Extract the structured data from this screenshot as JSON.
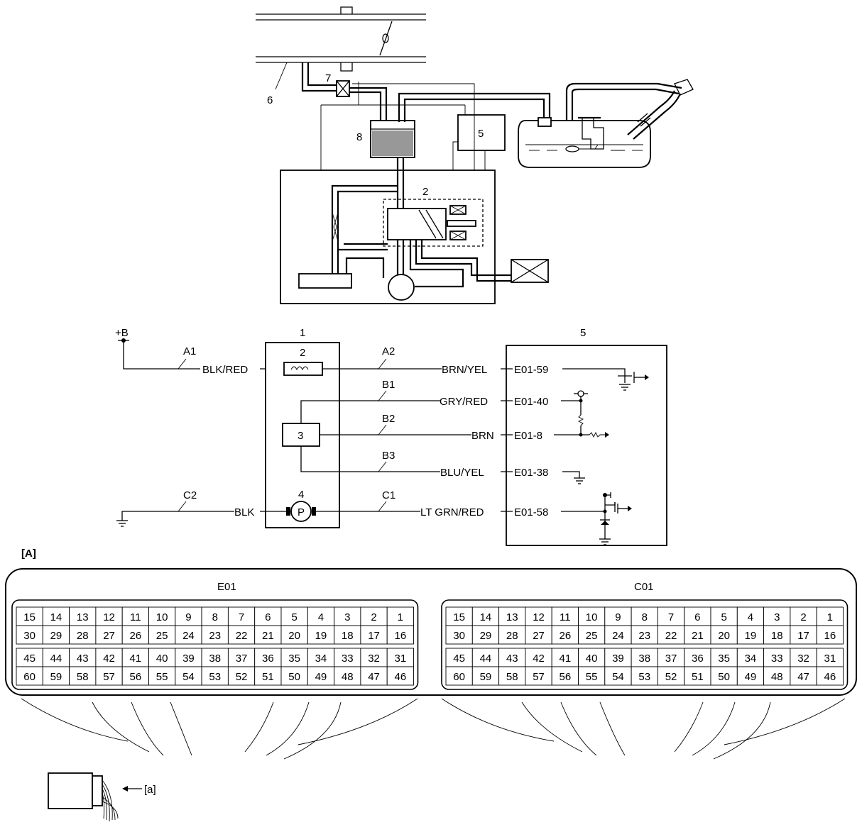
{
  "hydraulic": {
    "label_6": "6",
    "label_7": "7",
    "label_8": "8",
    "label_5": "5",
    "label_2": "2"
  },
  "circuit": {
    "plus_b": "+B",
    "module_1": "1",
    "module_5": "5",
    "fuse_2": "2",
    "relay_3": "3",
    "pump_4": "4",
    "pump_symbol": "P",
    "wires": {
      "a1": "A1",
      "a2": "A2",
      "b1": "B1",
      "b2": "B2",
      "b3": "B3",
      "c1": "C1",
      "c2": "C2"
    },
    "colors": {
      "a1": "BLK/RED",
      "a2": "BRN/YEL",
      "b1": "GRY/RED",
      "b2": "BRN",
      "b3": "BLU/YEL",
      "c1": "LT GRN/RED",
      "c2": "BLK"
    },
    "terminals": {
      "t59": "E01-59",
      "t40": "E01-40",
      "t8": "E01-8",
      "t38": "E01-38",
      "t58": "E01-58"
    }
  },
  "connector": {
    "view_label": "[A]",
    "e01_name": "E01",
    "c01_name": "C01",
    "harness_label": "[a]",
    "rows": [
      [
        "15",
        "14",
        "13",
        "12",
        "11",
        "10",
        "9",
        "8",
        "7",
        "6",
        "5",
        "4",
        "3",
        "2",
        "1"
      ],
      [
        "30",
        "29",
        "28",
        "27",
        "26",
        "25",
        "24",
        "23",
        "22",
        "21",
        "20",
        "19",
        "18",
        "17",
        "16"
      ],
      [
        "45",
        "44",
        "43",
        "42",
        "41",
        "40",
        "39",
        "38",
        "37",
        "36",
        "35",
        "34",
        "33",
        "32",
        "31"
      ],
      [
        "60",
        "59",
        "58",
        "57",
        "56",
        "55",
        "54",
        "53",
        "52",
        "51",
        "50",
        "49",
        "48",
        "47",
        "46"
      ]
    ]
  }
}
